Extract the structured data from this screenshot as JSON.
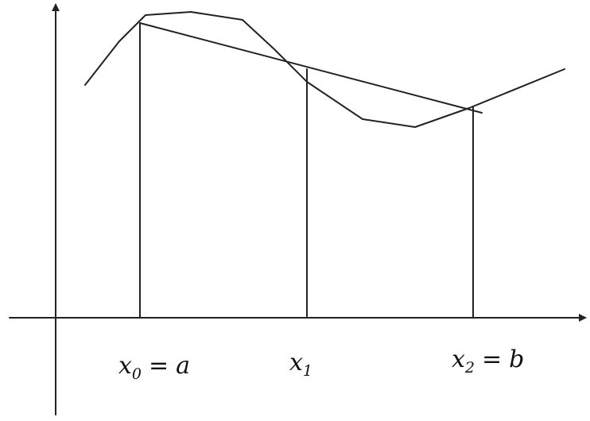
{
  "labels": {
    "x0": {
      "var": "x",
      "sub": "0",
      "eq": "=",
      "rhs": "a"
    },
    "x1": {
      "var": "x",
      "sub": "1"
    },
    "x2": {
      "var": "x",
      "sub": "2",
      "eq": "=",
      "rhs": "b"
    }
  },
  "colors": {
    "ink": "#222222",
    "background": "#ffffff"
  }
}
